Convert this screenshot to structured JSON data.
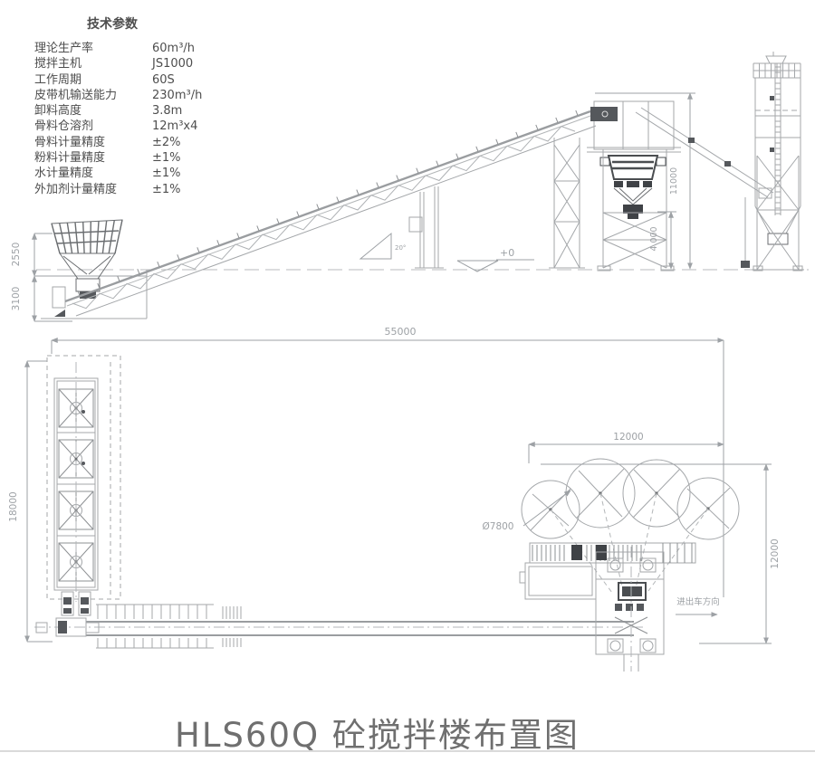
{
  "specs": {
    "title": "技术参数",
    "rows": [
      {
        "label": "理论生产率",
        "value": "60m³/h"
      },
      {
        "label": "搅拌主机",
        "value": "JS1000"
      },
      {
        "label": "工作周期",
        "value": "60S"
      },
      {
        "label": "皮带机输送能力",
        "value": "230m³/h"
      },
      {
        "label": "卸料高度",
        "value": "3.8m"
      },
      {
        "label": "骨料仓溶剂",
        "value": "12m³x4"
      },
      {
        "label": "骨料计量精度",
        "value": "±2%"
      },
      {
        "label": "粉料计量精度",
        "value": "±1%"
      },
      {
        "label": "水计量精度",
        "value": "±1%"
      },
      {
        "label": "外加剂计量精度",
        "value": "±1%"
      }
    ]
  },
  "elevation": {
    "dim_hopper_upper": "2550",
    "dim_hopper_lower": "3100",
    "dim_tower_height": "11000",
    "dim_discharge_height": "4.000",
    "datum_label": "+0",
    "belt_angle": "20°"
  },
  "plan": {
    "dim_total_length": "55000",
    "dim_yard_width": "18000",
    "dim_silo_span": "12000",
    "dim_silo_diameter": "Ø7800",
    "dim_plant_depth": "12000",
    "vehicle_direction_label": "进出车方向"
  },
  "footer": {
    "title": "HLS60Q 砼搅拌楼布置图"
  },
  "colors": {
    "line": "#a4a7aa",
    "dark_line": "#55585c",
    "text": "#4e4e4e",
    "dim_text": "#9da1a5",
    "title_text": "#6f6f6f"
  }
}
